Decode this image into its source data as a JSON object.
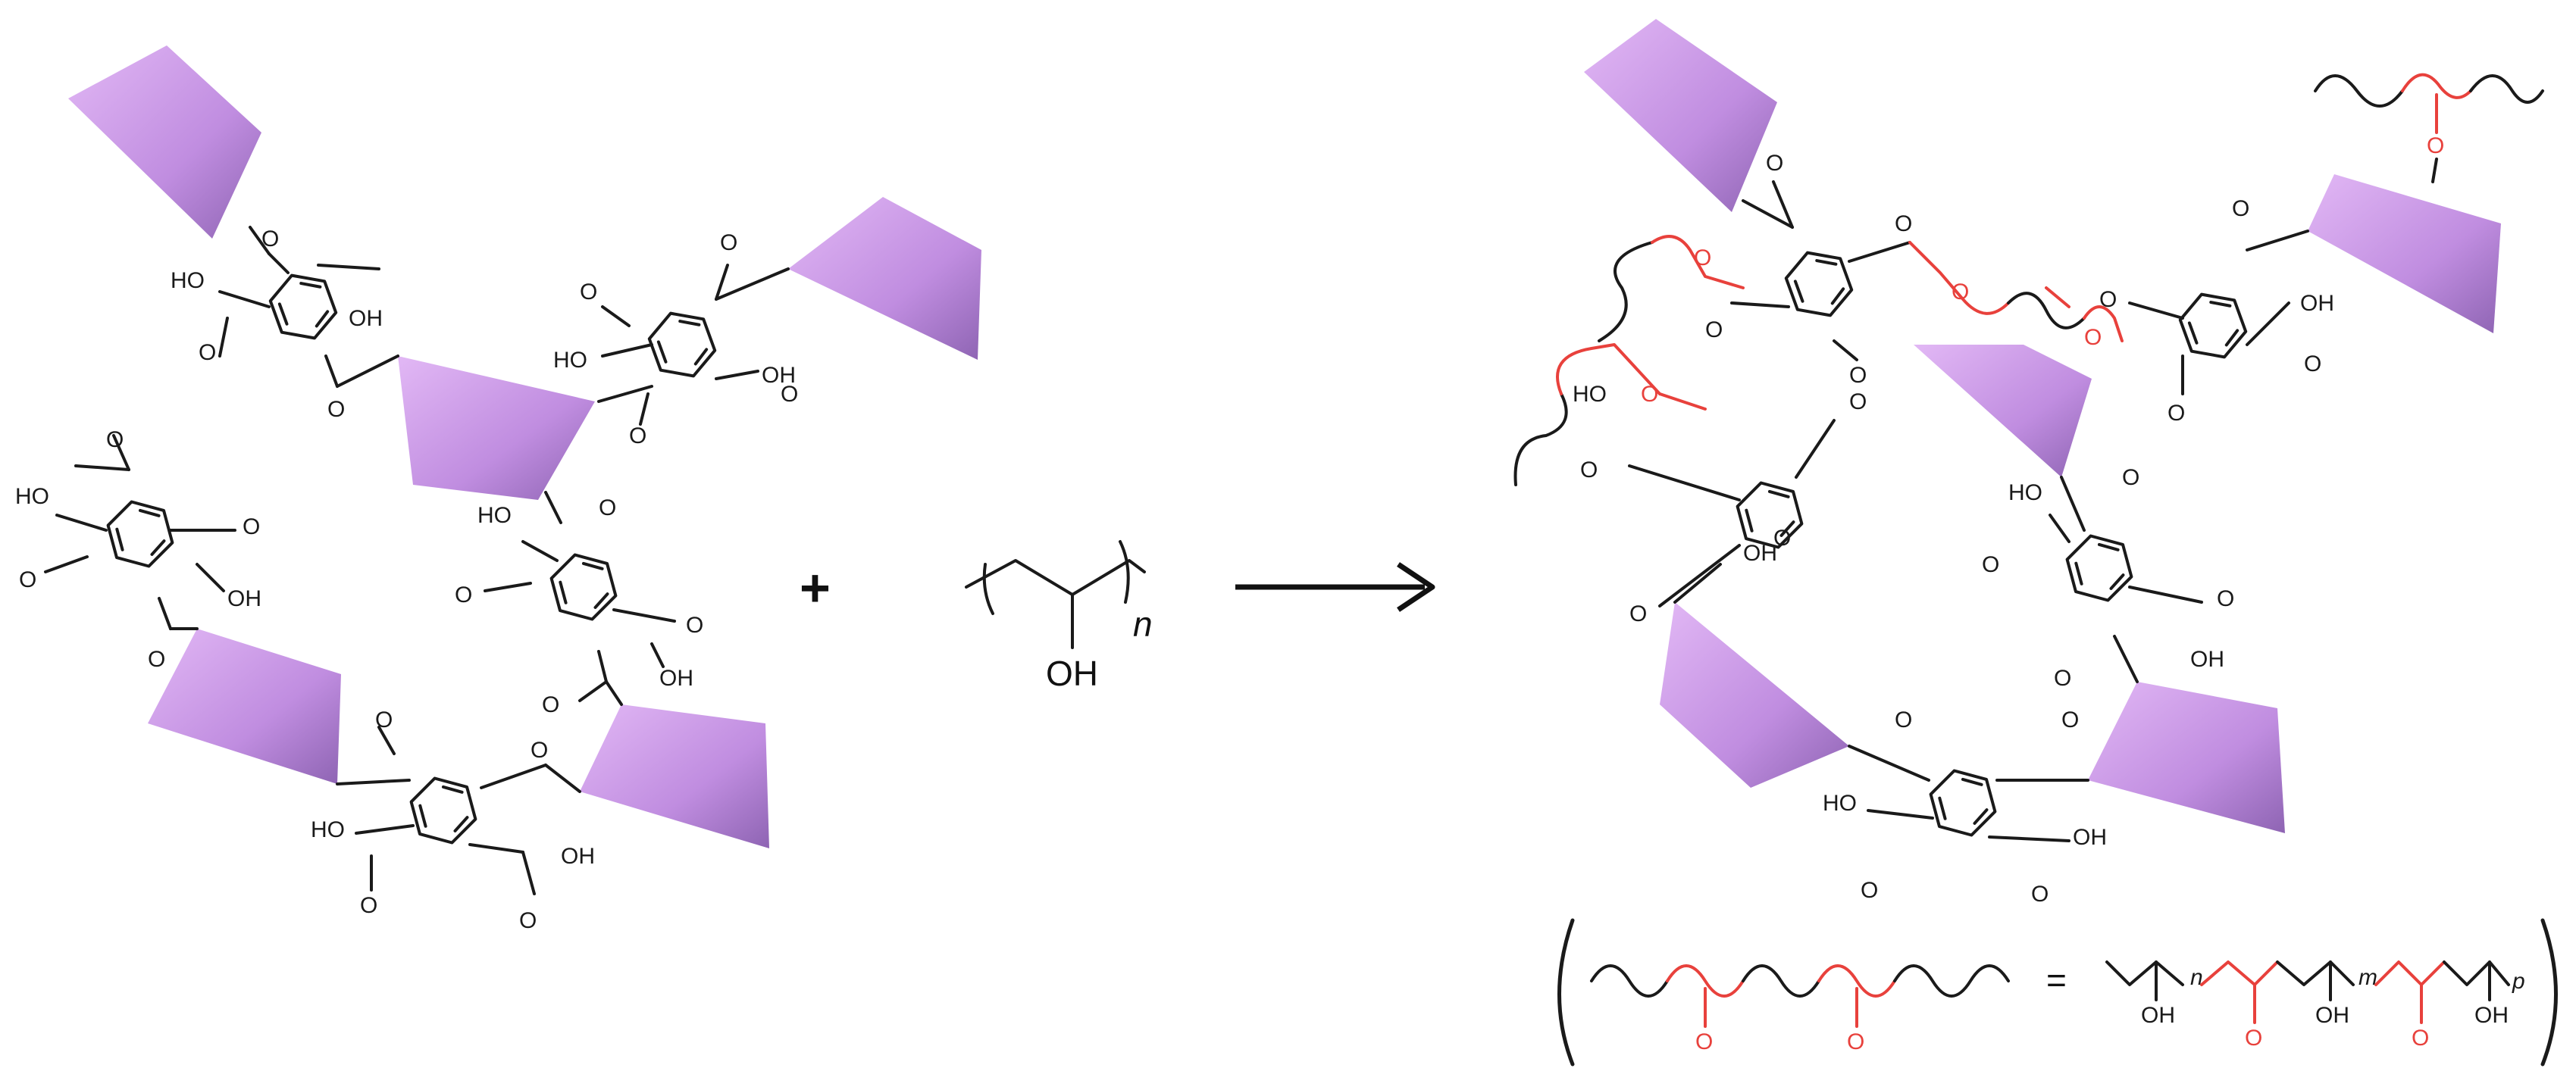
{
  "colors": {
    "bond": "#1a1a1a",
    "ester_red": "#e8413c",
    "block_light": "#d9a6ef",
    "block_dark": "#9b6fbf",
    "arrow": "#111111"
  },
  "labels": {
    "oh": "OH",
    "ho": "HO",
    "plus": "+",
    "equals": "=",
    "polymer_oh": "OH",
    "sub_n": "n",
    "sub_m": "m",
    "sub_p": "p",
    "methoxy": "O"
  }
}
